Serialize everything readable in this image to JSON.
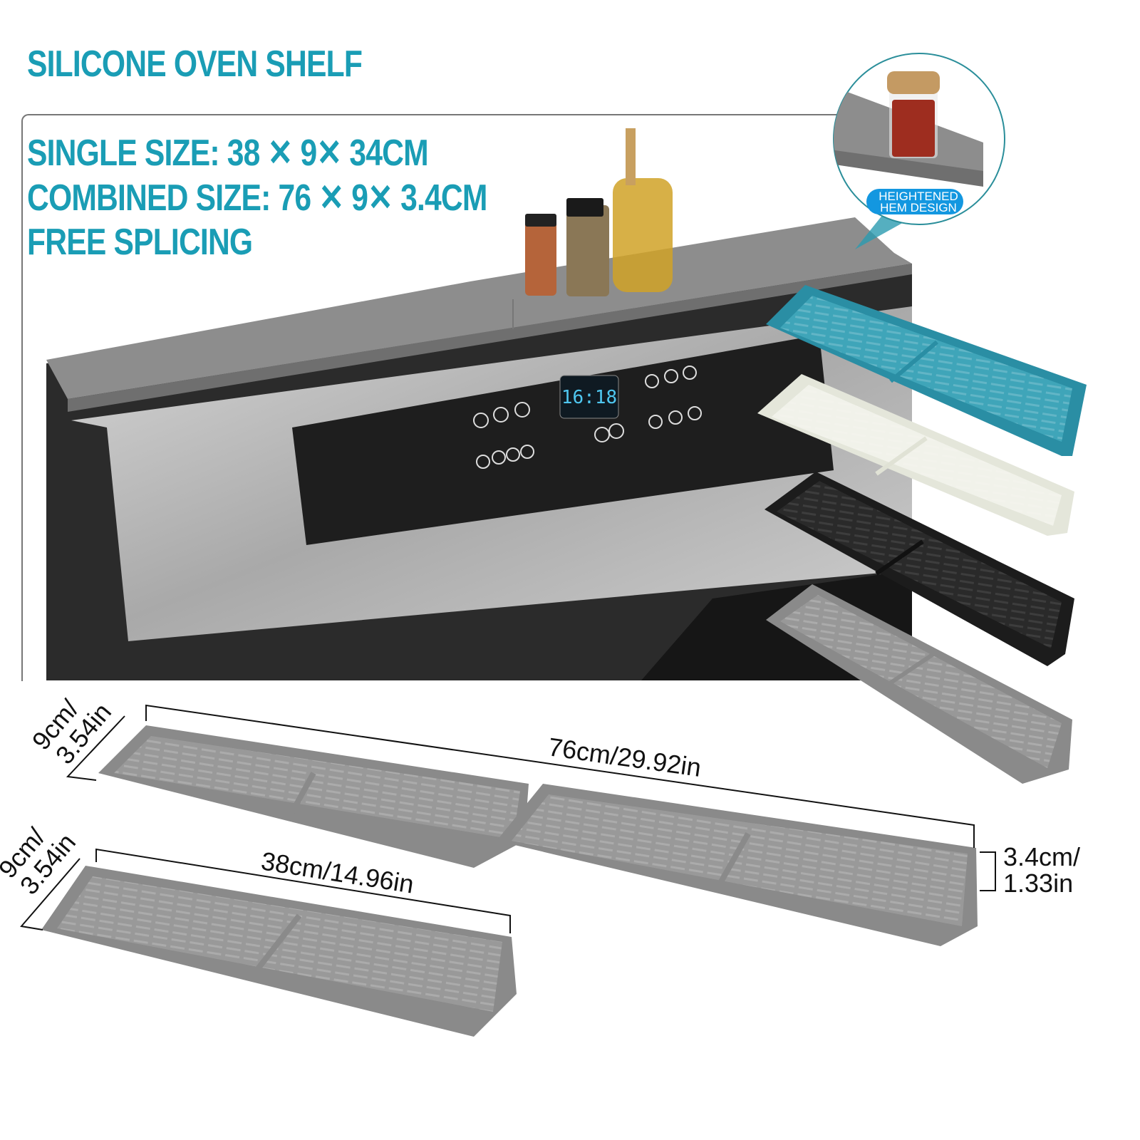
{
  "title": "SILICONE OVEN SHELF",
  "specs": {
    "single": "SINGLE SIZE: 38 ✕ 9✕ 34CM",
    "combined": "COMBINED SIZE: 76 ✕ 9✕ 3.4CM",
    "splicing": "FREE SPLICING"
  },
  "callout": {
    "line1": "HEIGHTENED",
    "line2": "HEM DESIGN"
  },
  "oven_display": "16:18",
  "tray_colors": [
    "#2a8ea4",
    "#eceee2",
    "#1c1c1c",
    "#8a8a8a"
  ],
  "dimensions": {
    "combined_width_depth_1": "9cm/",
    "combined_width_depth_2": "3.54in",
    "combined_length": "76cm/29.92in",
    "height_1": "3.4cm/",
    "height_2": "1.33in",
    "single_depth_1": "9cm/",
    "single_depth_2": "3.54in",
    "single_length": "38cm/14.96in"
  },
  "colors": {
    "accent": "#1a9db5",
    "tray_gray": "#8a8a8a"
  }
}
